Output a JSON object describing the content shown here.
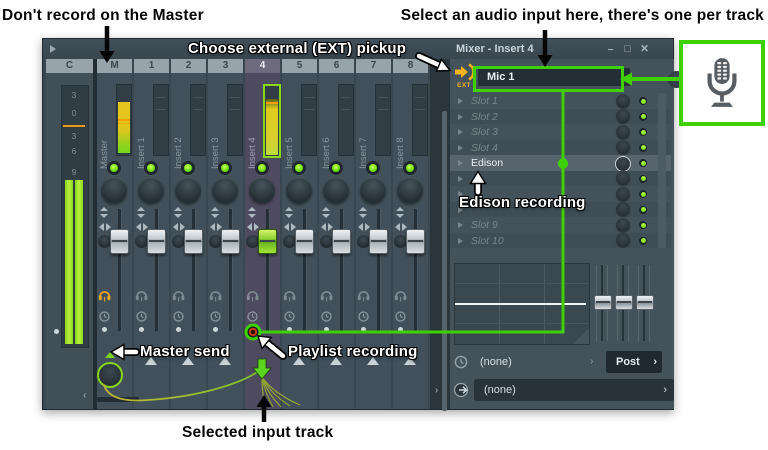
{
  "annotations": {
    "dont_record_master": "Don't record on the Master",
    "select_audio_input": "Select an audio input here, there's one per track",
    "choose_ext_pickup": "Choose external (EXT) pickup",
    "edison_recording": "Edison recording",
    "master_send": "Master send",
    "playlist_recording": "Playlist recording",
    "selected_input_track": "Selected input track"
  },
  "window": {
    "title": "Mixer - Insert 4",
    "minimize": "–",
    "maximize": "□",
    "close": "✕"
  },
  "current_track": {
    "header": "C",
    "scale_labels": [
      "3",
      "0",
      "3",
      "6",
      "9"
    ]
  },
  "tracks": [
    {
      "header": "M",
      "label": "Master",
      "meter": "master",
      "selected": false,
      "headphone": "active",
      "bottom": "send-knob"
    },
    {
      "header": "1",
      "label": "Insert 1",
      "meter": "empty",
      "selected": false,
      "headphone": "normal",
      "bottom": "arrow"
    },
    {
      "header": "2",
      "label": "Insert 2",
      "meter": "empty",
      "selected": false,
      "headphone": "normal",
      "bottom": "arrow"
    },
    {
      "header": "3",
      "label": "Insert 3",
      "meter": "empty",
      "selected": false,
      "headphone": "normal",
      "bottom": "arrow"
    },
    {
      "header": "4",
      "label": "Insert 4",
      "meter": "armed",
      "selected": true,
      "headphone": "normal",
      "bottom": "selected-arrow",
      "record": true
    },
    {
      "header": "5",
      "label": "Insert 5",
      "meter": "empty",
      "selected": false,
      "headphone": "normal",
      "bottom": "arrow"
    },
    {
      "header": "6",
      "label": "Insert 6",
      "meter": "empty",
      "selected": false,
      "headphone": "normal",
      "bottom": "arrow"
    },
    {
      "header": "7",
      "label": "Insert 7",
      "meter": "empty",
      "selected": false,
      "headphone": "normal",
      "bottom": "arrow"
    },
    {
      "header": "8",
      "label": "Insert 8",
      "meter": "empty",
      "selected": false,
      "headphone": "normal",
      "bottom": "arrow"
    }
  ],
  "right_panel": {
    "ext_label": "EXT",
    "input_value": "Mic 1",
    "chevron": "›",
    "slots": [
      {
        "name": "slot-1",
        "label": "Slot 1",
        "active": false
      },
      {
        "name": "slot-2",
        "label": "Slot 2",
        "active": false
      },
      {
        "name": "slot-3",
        "label": "Slot 3",
        "active": false
      },
      {
        "name": "slot-4",
        "label": "Slot 4",
        "active": false
      },
      {
        "name": "edison",
        "label": "Edison",
        "active": true
      },
      {
        "name": "slot-6",
        "label": "",
        "active": false
      },
      {
        "name": "slot-7",
        "label": "",
        "active": false
      },
      {
        "name": "slot-8",
        "label": "",
        "active": false
      },
      {
        "name": "slot-9",
        "label": "Slot 9",
        "active": false
      },
      {
        "name": "slot-10",
        "label": "Slot 10",
        "active": false
      }
    ],
    "time_row": {
      "value": "(none)",
      "mode_button": "Post"
    },
    "output_row": {
      "value": "(none)"
    }
  },
  "scroll": {
    "left": "‹",
    "right": "›"
  },
  "colors": {
    "annotation_green": "#3ed000",
    "ext_orange": "#f2b31c",
    "led_green": "#5fd800",
    "peak_orange": "#ff9e00",
    "selected_track": "#4e4a5f",
    "cable_yellow": "#c4b43a",
    "cable_green": "#7ac428"
  }
}
